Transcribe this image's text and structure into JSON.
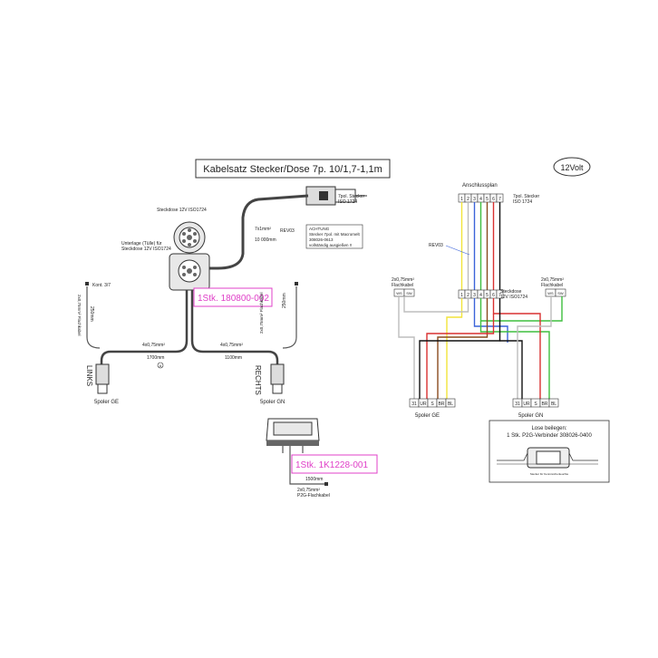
{
  "title": "Kabelsatz Stecker/Dose 7p. 10/1,7-1,1m",
  "voltage": "12Volt",
  "left": {
    "socket_label_1": "Steckdose 12V ISO1724",
    "socket_label_2": "Unterlage (Tülle) für",
    "socket_label_3": "Steckdose 12V ISO1724",
    "plug_label_1": "7pol. Stecker",
    "plug_label_2": "ISO 1724",
    "cable_1": "7x1mm²",
    "rev": "REV03",
    "length_10m": "10 000mm",
    "warn_1": "ACHTUNG",
    "warn_2": "Stecker 7pol. mit Macromelt",
    "warn_3": "308026-0613",
    "warn_4": "vollständig ausgießen !!",
    "kont": "Kont. 3/7",
    "len_250": "250mm",
    "flat_cable_left": "2x0,75mm² Flachkabel",
    "flat_cable_right": "2x0,75mm² Flachkabel",
    "len_250_right": "250mm",
    "part_1": "1Stk. 180800-002",
    "cable_4x_left": "4x0,75mm²",
    "cable_4x_right": "4x0,75mm²",
    "len_1700": "1700mm",
    "len_1100": "1100mm",
    "marker_a": "A",
    "links": "LINKS",
    "rechts": "RECHTS",
    "ge_label": "5poler GE",
    "gn_label": "5poler GN",
    "part_2": "1Stk. 1K1228-001",
    "len_1500": "1500mm",
    "p2g_1": "2x0,75mm²",
    "p2g_2": "P2G-Flachkabel"
  },
  "right": {
    "heading": "Anschlussplan",
    "plug_pins": [
      "1",
      "2",
      "3",
      "4",
      "5",
      "6",
      "7"
    ],
    "plug_label_1": "7pol. Stecker",
    "plug_label_2": "ISO 1724",
    "rev": "REV03",
    "socket_pins": [
      "1",
      "2",
      "3",
      "4",
      "5",
      "6",
      "7"
    ],
    "socket_label_1": "Steckdose",
    "socket_label_2": "12V ISO1724",
    "flat_left_1": "2x0,75mm²",
    "flat_left_2": "Flachkabel",
    "flat_right_1": "2x0,75mm²",
    "flat_right_2": "Flachkabel",
    "ws_sw": [
      "WS",
      "SW"
    ],
    "ge_pins": [
      "31",
      "UR",
      "S",
      "BR",
      "BL"
    ],
    "gn_pins": [
      "31",
      "UR",
      "S",
      "BR",
      "BL"
    ],
    "ge_label": "5poler GE",
    "gn_label": "5poler GN",
    "loose_1": "Lose beilegen:",
    "loose_2": "1 Stk. P2G-Verbinder 308026-0400",
    "loose_note": "Stecker für Kennzeichenleuchte"
  },
  "wire_colors": {
    "yellow": "#f2e43a",
    "blue": "#3b63d9",
    "white": "#bdbdbd",
    "green": "#3fbf3f",
    "brown": "#8a4b1e",
    "red": "#d93030",
    "black": "#111111",
    "magenta": "#e040c8"
  }
}
